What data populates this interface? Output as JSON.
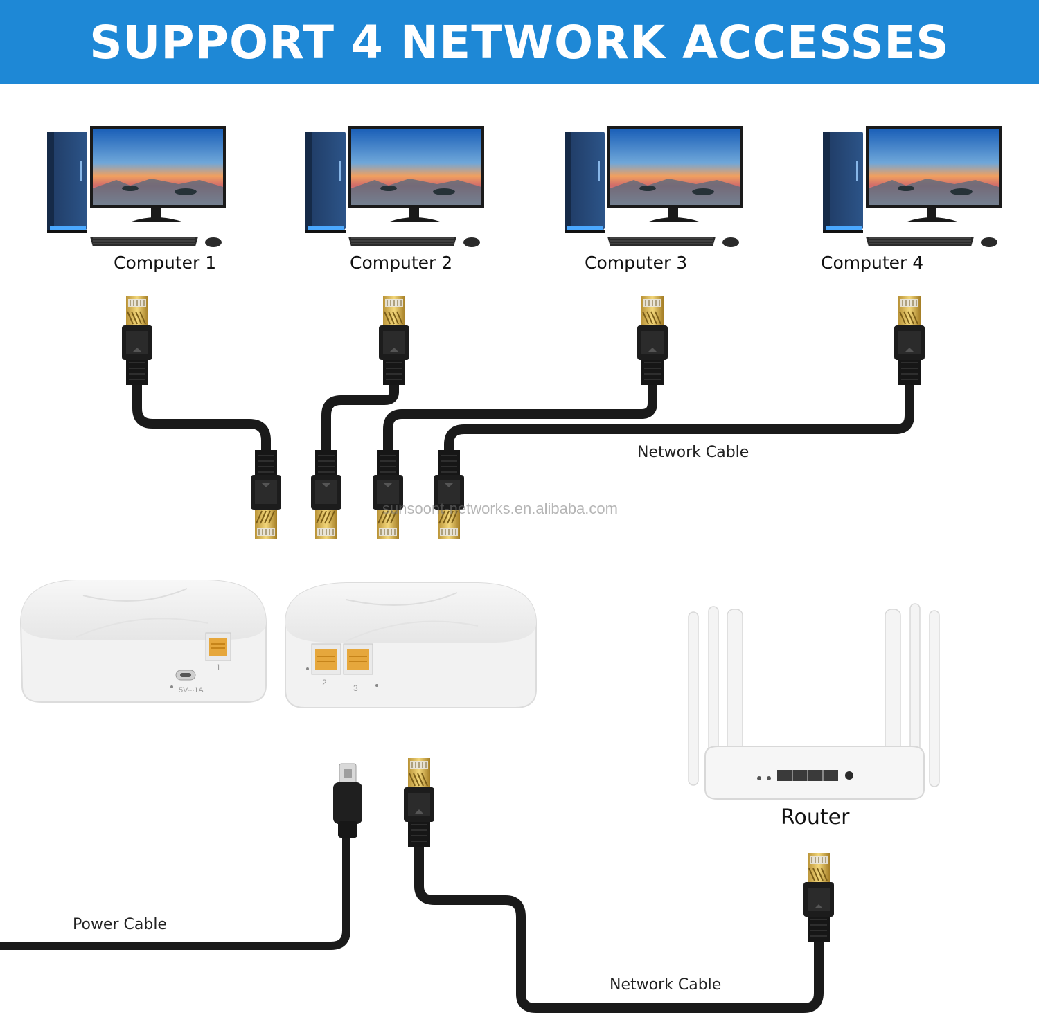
{
  "header": {
    "title": "SUPPORT 4 NETWORK ACCESSES",
    "color": "#1e88d6"
  },
  "computers": [
    {
      "label": "Computer 1"
    },
    {
      "label": "Computer 2"
    },
    {
      "label": "Computer 3"
    },
    {
      "label": "Computer 4"
    }
  ],
  "cables": {
    "top_network_label": "Network Cable",
    "power_label": "Power Cable",
    "bottom_network_label": "Network Cable"
  },
  "devices": {
    "switch_left": {
      "power_port_label": "5V⎓1A",
      "port_number": "1"
    },
    "switch_right": {
      "port_numbers": [
        "2",
        "3"
      ]
    },
    "router_label": "Router"
  },
  "watermark": "sunsoont-networks.en.alibaba.com"
}
